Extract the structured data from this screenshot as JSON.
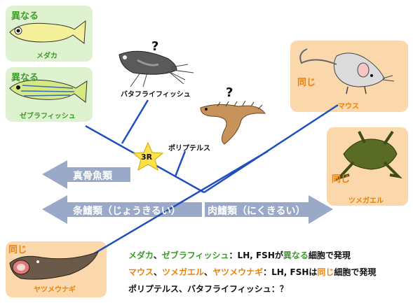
{
  "boxes": {
    "medaka": {
      "tag": "異なる",
      "name": "メダカ"
    },
    "zebrafish": {
      "tag": "異なる",
      "name": "ゼブラフィッシュ"
    },
    "mouse": {
      "tag": "同じ",
      "name": "マウス"
    },
    "frog": {
      "tag": "同じ",
      "name": "ツメガエル"
    },
    "lamprey": {
      "tag": "同じ",
      "name": "ヤツメウナギ"
    }
  },
  "labels": {
    "butterflyfish": "バタフライフィッシュ",
    "polypterus": "ポリプテルス",
    "question": "?",
    "event": "3R"
  },
  "arrows": {
    "teleost": "真骨魚類",
    "actinopterygii": "条鰭類（じょうきるい）",
    "sarcopterygii": "肉鰭類（にくきるい）"
  },
  "legend": {
    "line1": {
      "a": "メダカ",
      "sep1": "、",
      "b": "ゼブラフィッシュ",
      "mid": "：LH, FSHが",
      "hl": "異なる",
      "end": "細胞で発現"
    },
    "line2": {
      "a": "マウス",
      "sep1": "、",
      "b": "ツメガエル",
      "sep2": "、",
      "c": "ヤツメウナギ",
      "mid": "：LH, FSHは",
      "hl": "同じ",
      "end": "細胞で発現"
    },
    "line3": "ポリプテルス、バタフライフィッシュ：？"
  },
  "colors": {
    "green": "#3c9a2a",
    "orange": "#e8820e",
    "arrow": "#9aa9c7",
    "line": "#1f4fbf",
    "star": "#ffe14d"
  }
}
